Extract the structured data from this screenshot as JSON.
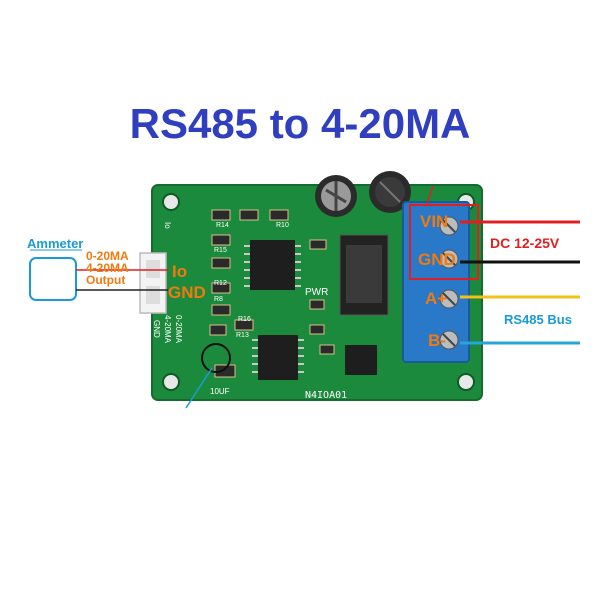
{
  "title": "RS485 to 4-20MA",
  "left_labels": {
    "ammeter": "Ammeter",
    "range1": "0-20MA",
    "range2": "4-20MA",
    "output": "Output",
    "io": "Io",
    "gnd": "GND"
  },
  "right_labels": {
    "vin": "VIN",
    "gnd": "GND",
    "a": "A+",
    "b": "B-",
    "power": "DC 12-25V",
    "bus": "RS485 Bus"
  },
  "board": {
    "model": "N4IOA01",
    "pwr": "PWR",
    "silk_io": "Io",
    "silk_gnd": "GND",
    "silk_range1": "4-20MA",
    "silk_range2": "0-20MA",
    "cap": "10UF",
    "refs": [
      "R14",
      "R10",
      "R15",
      "R12",
      "R8",
      "R13",
      "R16"
    ]
  },
  "colors": {
    "title": "#2f3fbf",
    "pcb": "#1c8a3c",
    "terminal": "#2a78c8",
    "wire_red": "#e02020",
    "wire_black": "#111111",
    "wire_yellow": "#f2c21a",
    "wire_blue": "#29a3db"
  }
}
